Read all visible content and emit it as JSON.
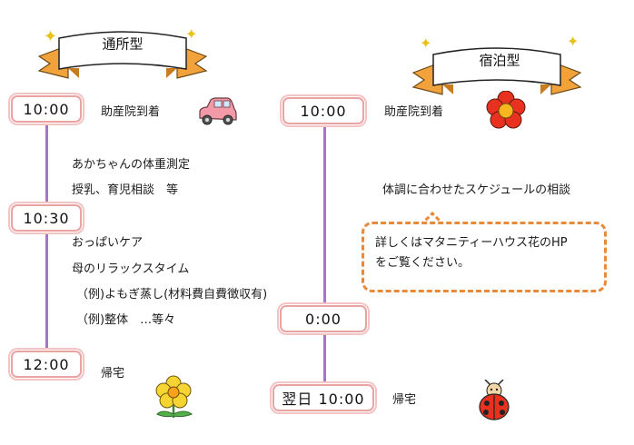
{
  "left": {
    "title": "通所型",
    "times": [
      "10:00",
      "10:30",
      "12:00"
    ],
    "arrival": "助産院到着",
    "items": [
      "あかちゃんの体重測定",
      "授乳、育児相談　等",
      "おっぱいケア",
      "母のリラックスタイム",
      "（例)よもぎ蒸し(材料費自費徴収有)",
      "（例)整体　…等々"
    ],
    "departure": "帰宅"
  },
  "right": {
    "title": "宿泊型",
    "times": [
      "10:00",
      "0:00",
      "翌日 10:00"
    ],
    "arrival": "助産院到着",
    "consult": "体調に合わせたスケジュールの相談",
    "note_line1": "詳しくはマタニティーハウス花のHP",
    "note_line2": "をご覧ください。",
    "departure": "帰宅"
  },
  "colors": {
    "timeline": "#a774c7",
    "box_border": "#e9a3a3",
    "ribbon_orange": "#f2a23a",
    "note_border": "#e88a3a"
  },
  "icons": [
    "car-icon",
    "red-flower-icon",
    "yellow-flower-icon",
    "ladybug-icon",
    "sparkle-icon"
  ]
}
